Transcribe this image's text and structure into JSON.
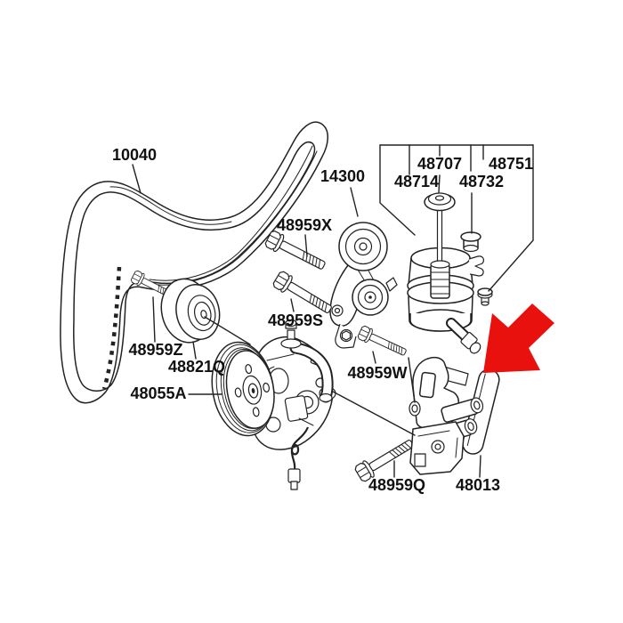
{
  "diagram": {
    "type": "exploded-parts-diagram",
    "colors": {
      "background": "#ffffff",
      "line": "#222222",
      "arrow": "#e8110e"
    },
    "labels": [
      {
        "id": "10040",
        "text": "10040"
      },
      {
        "id": "14300",
        "text": "14300"
      },
      {
        "id": "48959X",
        "text": "48959X"
      },
      {
        "id": "48959S",
        "text": "48959S"
      },
      {
        "id": "48959Z",
        "text": "48959Z"
      },
      {
        "id": "48821Q",
        "text": "48821Q"
      },
      {
        "id": "48055A",
        "text": "48055A"
      },
      {
        "id": "48959W",
        "text": "48959W"
      },
      {
        "id": "48959Q",
        "text": "48959Q"
      },
      {
        "id": "48013",
        "text": "48013"
      },
      {
        "id": "48714",
        "text": "48714"
      },
      {
        "id": "48707",
        "text": "48707"
      },
      {
        "id": "48732",
        "text": "48732"
      },
      {
        "id": "48751",
        "text": "48751"
      }
    ]
  }
}
